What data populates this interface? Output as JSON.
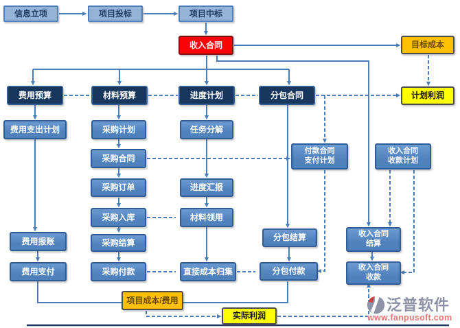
{
  "palette": {
    "line_blue": "#4a7ebb",
    "bottom_line_navy": "#1f3864",
    "light_box_fill": "#95b3d7",
    "dark_box_fill": "#17375e",
    "mid_box_fill": "#4f81bd",
    "red_box_fill": "#fb0207",
    "orange_box_fill": "#ffc000",
    "yellow_box_fill": "#ffff02",
    "logo_gray": "#8f93a8",
    "logo_red": "#d23f3f",
    "url_red": "#e87777"
  },
  "flowchart": {
    "nodes": {
      "info_project": {
        "label": "信息立项"
      },
      "project_bid": {
        "label": "项目投标"
      },
      "project_win": {
        "label": "项目中标"
      },
      "income_contract": {
        "label": "收入合同"
      },
      "target_cost": {
        "label": "目标成本"
      },
      "planned_profit": {
        "label": "计划利润"
      },
      "expense_budget": {
        "label": "费用预算"
      },
      "material_budget": {
        "label": "材料预算"
      },
      "schedule_plan": {
        "label": "进度计划"
      },
      "subcontract": {
        "label": "分包合同"
      },
      "expense_pay_plan": {
        "label": "费用支出计划"
      },
      "purchase_plan": {
        "label": "采购计划"
      },
      "task_breakdown": {
        "label": "任务分解"
      },
      "purchase_contract": {
        "label": "采购合同"
      },
      "purchase_order": {
        "label": "采购订单"
      },
      "purchase_inbound": {
        "label": "采购入库"
      },
      "purchase_settle": {
        "label": "采购结算"
      },
      "purchase_payment": {
        "label": "采购付款"
      },
      "progress_report": {
        "label": "进度汇报"
      },
      "material_use": {
        "label": "材料领用"
      },
      "direct_cost": {
        "label": "直接成本归集"
      },
      "pay_contract_plan": {
        "label": "付款合同\n支付计划"
      },
      "income_collect_plan": {
        "label": "收入合同\n收款计划"
      },
      "expense_reimburse": {
        "label": "费用报账"
      },
      "expense_payment": {
        "label": "费用支付"
      },
      "subcontract_settle": {
        "label": "分包结算"
      },
      "subcontract_payment": {
        "label": "分包付款"
      },
      "income_settle": {
        "label": "收入合同\n结算"
      },
      "income_collect": {
        "label": "收入合同\n收款"
      },
      "project_cost": {
        "label": "项目成本/费用"
      },
      "actual_profit": {
        "label": "实际利润"
      }
    },
    "logo": {
      "name": "泛普软件",
      "url": "www.fanpusoft.com"
    }
  }
}
